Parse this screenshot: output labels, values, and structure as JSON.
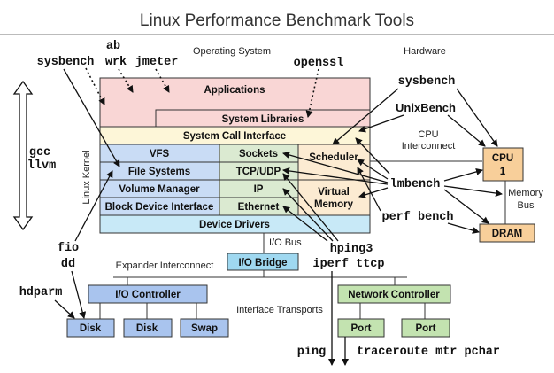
{
  "title": "Linux Performance Benchmark Tools",
  "section_labels": {
    "operating_system": "Operating System",
    "hardware": "Hardware",
    "linux_kernel": "Linux Kernel",
    "cpu_interconnect_1": "CPU",
    "cpu_interconnect_2": "Interconnect",
    "memory_bus_1": "Memory",
    "memory_bus_2": "Bus",
    "io_bus": "I/O Bus",
    "expander_interconnect": "Expander Interconnect",
    "interface_transports": "Interface Transports"
  },
  "colors": {
    "applications": "#f9d6d5",
    "syscall": "#fdf6d8",
    "fs_stack": "#c9dcf5",
    "net_stack": "#dbead1",
    "sched_vm": "#fcebd2",
    "device_drivers": "#c8e9f7",
    "io_bridge": "#9fd8f0",
    "io_controller": "#a9c4ee",
    "network": "#c3e3b0",
    "hardware": "#f8cf9a"
  },
  "boxes": {
    "applications": "Applications",
    "system_libraries": "System Libraries",
    "system_call_interface": "System Call Interface",
    "vfs": "VFS",
    "file_systems": "File Systems",
    "volume_manager": "Volume Manager",
    "block_device_interface": "Block Device Interface",
    "sockets": "Sockets",
    "tcp_udp": "TCP/UDP",
    "ip": "IP",
    "ethernet": "Ethernet",
    "scheduler": "Scheduler",
    "virtual_memory_1": "Virtual",
    "virtual_memory_2": "Memory",
    "device_drivers": "Device Drivers",
    "io_bridge": "I/O Bridge",
    "io_controller": "I/O Controller",
    "disk_1": "Disk",
    "disk_2": "Disk",
    "swap": "Swap",
    "network_controller": "Network Controller",
    "port_1": "Port",
    "port_2": "Port",
    "cpu_1": "CPU",
    "cpu_2": "1",
    "dram": "DRAM"
  },
  "tools": {
    "ab": "ab",
    "sysbench_left": "sysbench",
    "wrk": "wrk",
    "jmeter": "jmeter",
    "openssl": "openssl",
    "sysbench_right": "sysbench",
    "unixbench": "UnixBench",
    "gcc": "gcc",
    "llvm": "llvm",
    "lmbench": "lmbench",
    "perf_bench": "perf bench",
    "fio": "fio",
    "dd": "dd",
    "hdparm": "hdparm",
    "hping3": "hping3",
    "iperf_ttcp": "iperf ttcp",
    "ping": "ping",
    "traceroute_mtr_pchar": "traceroute mtr pchar"
  }
}
